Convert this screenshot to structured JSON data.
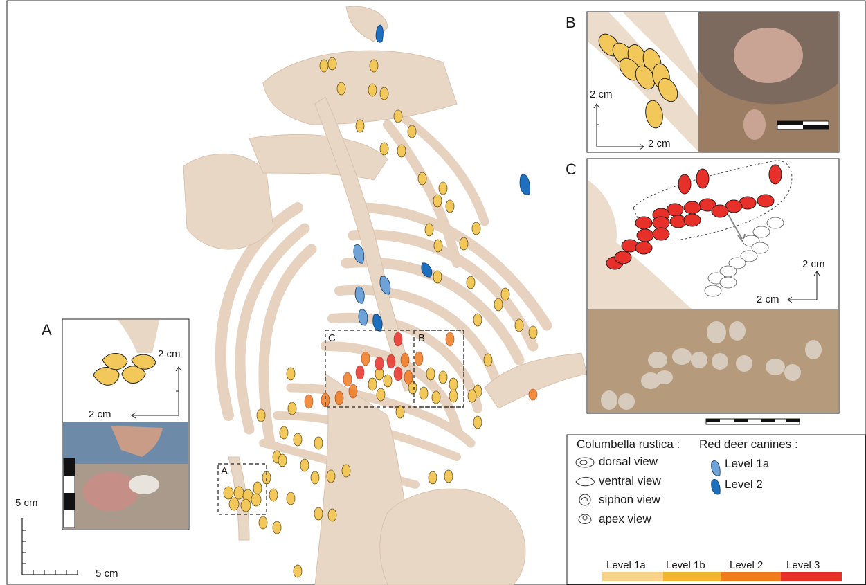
{
  "panels": {
    "a_label": "A",
    "b_label": "B",
    "c_label": "C",
    "main_box_a": "A",
    "main_box_b": "B",
    "main_box_c": "C"
  },
  "scales": {
    "main_vertical": "5 cm",
    "main_horizontal": "5 cm",
    "a_vertical": "2 cm",
    "a_horizontal": "2 cm",
    "b_vertical": "2 cm",
    "b_horizontal": "2 cm",
    "c_vertical": "2 cm",
    "c_horizontal": "2 cm"
  },
  "legend": {
    "shells_title": "Columbella rustica :",
    "shell_views": [
      "dorsal view",
      "ventral view",
      "siphon view",
      "apex view"
    ],
    "canines_title": "Red deer canines :",
    "canine_levels": [
      "Level 1a",
      "Level 2"
    ],
    "levels": [
      "Level 1a",
      "Level 1b",
      "Level 2",
      "Level 3"
    ]
  },
  "colors": {
    "level_1a": "#f7d38a",
    "level_1b": "#f2b632",
    "level_2": "#f07b1e",
    "level_3": "#e8302a",
    "canine_level_1a": "#6fa3d8",
    "canine_level_2": "#1f6fbf",
    "bone": "#e9d7c6"
  }
}
